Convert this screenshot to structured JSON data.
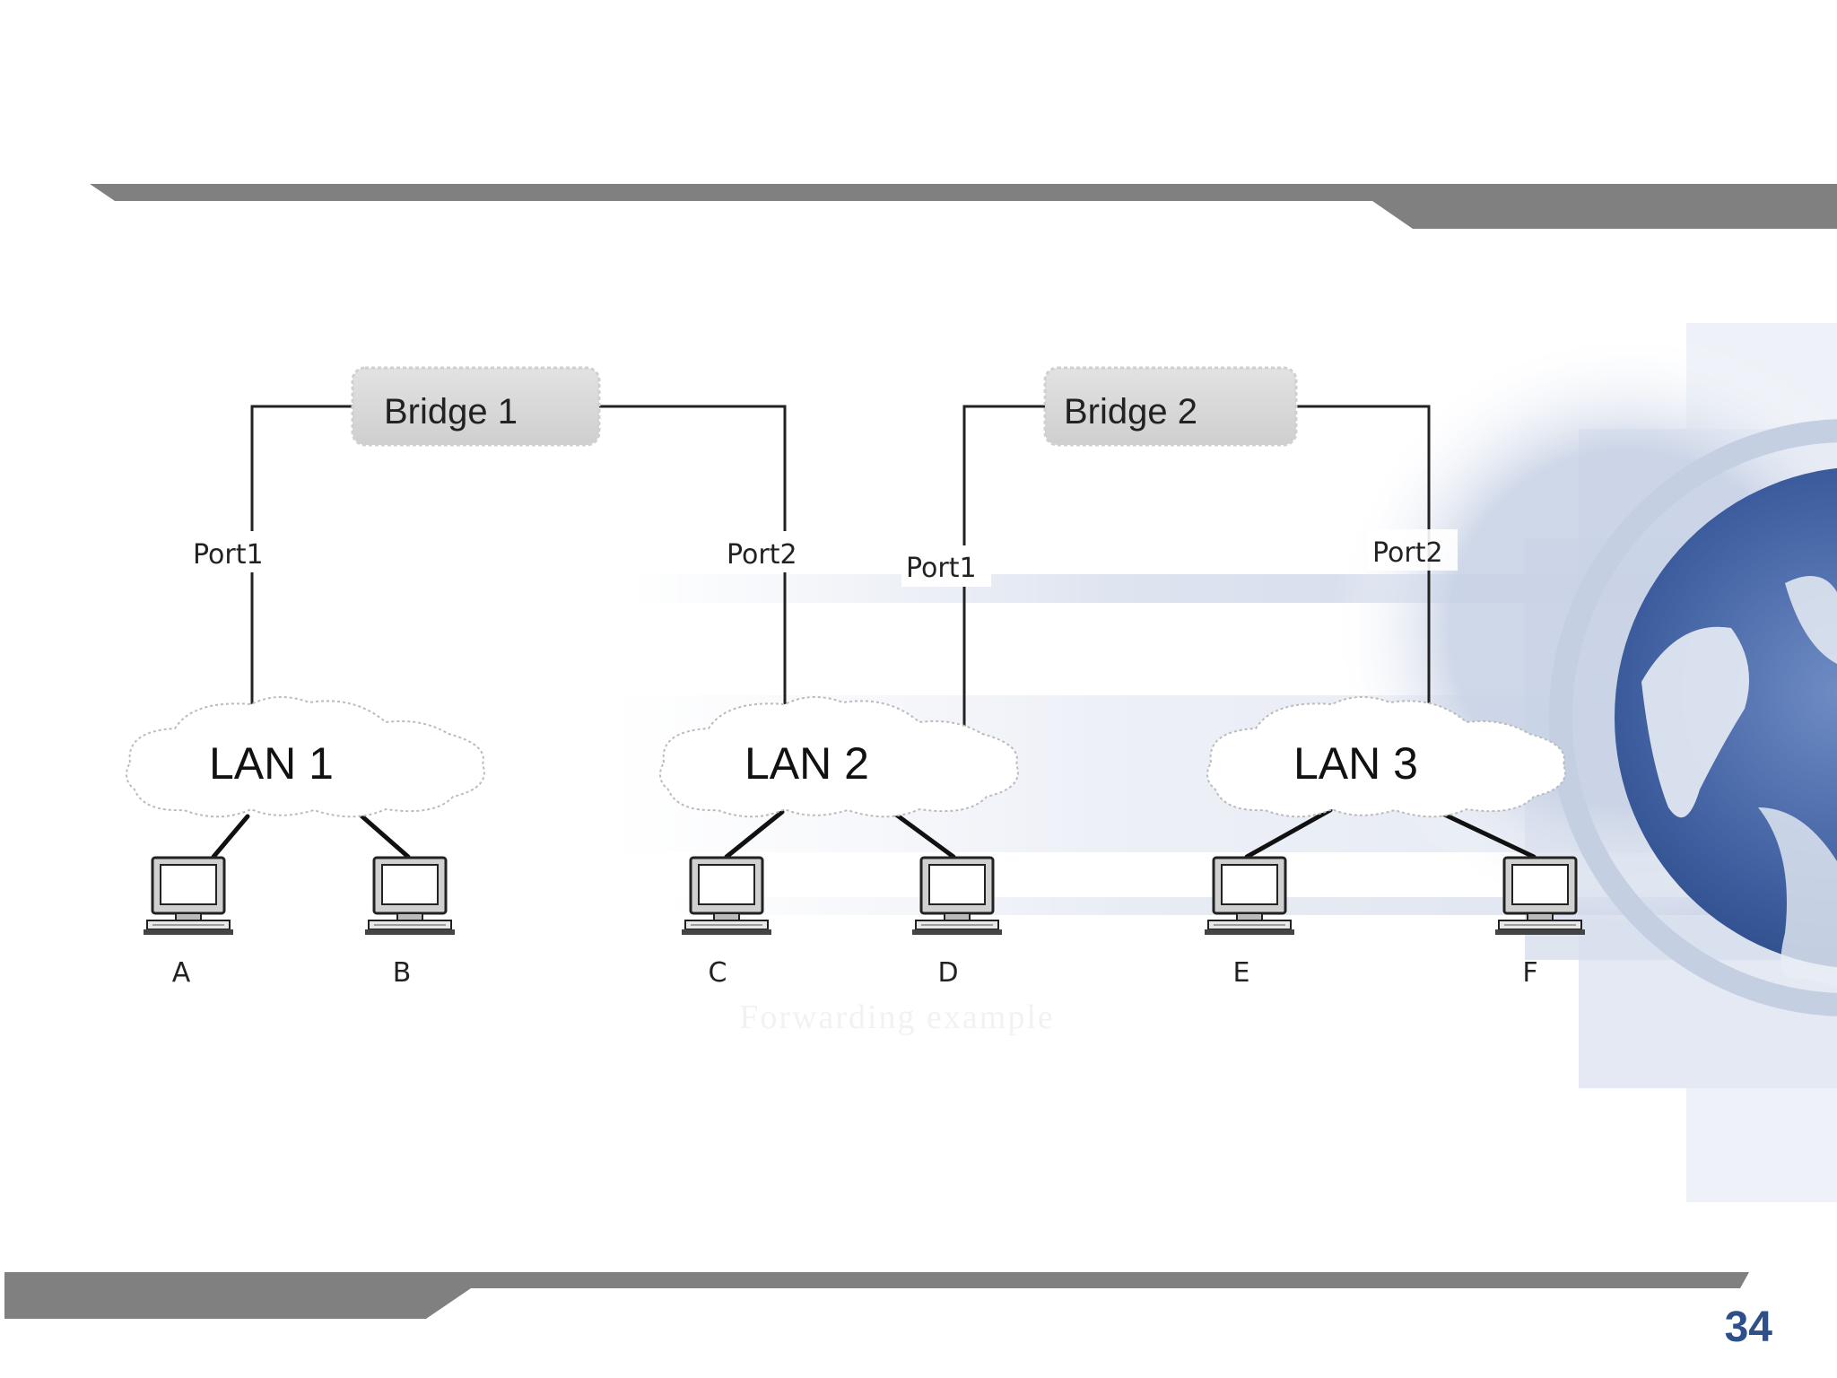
{
  "slide": {
    "page_number": "34",
    "caption": "Forwarding example"
  },
  "bridges": [
    {
      "label": "Bridge 1"
    },
    {
      "label": "Bridge 2"
    }
  ],
  "ports": [
    {
      "label": "Port1"
    },
    {
      "label": "Port2"
    },
    {
      "label": "Port1"
    },
    {
      "label": "Port2"
    }
  ],
  "lans": [
    {
      "label": "LAN 1"
    },
    {
      "label": "LAN 2"
    },
    {
      "label": "LAN 3"
    }
  ],
  "hosts": [
    {
      "label": "A"
    },
    {
      "label": "B"
    },
    {
      "label": "C"
    },
    {
      "label": "D"
    },
    {
      "label": "E"
    },
    {
      "label": "F"
    }
  ],
  "colors": {
    "accent_bar": "#808080",
    "page_number": "#2f4f8a",
    "globe": "#4a6aa8"
  }
}
